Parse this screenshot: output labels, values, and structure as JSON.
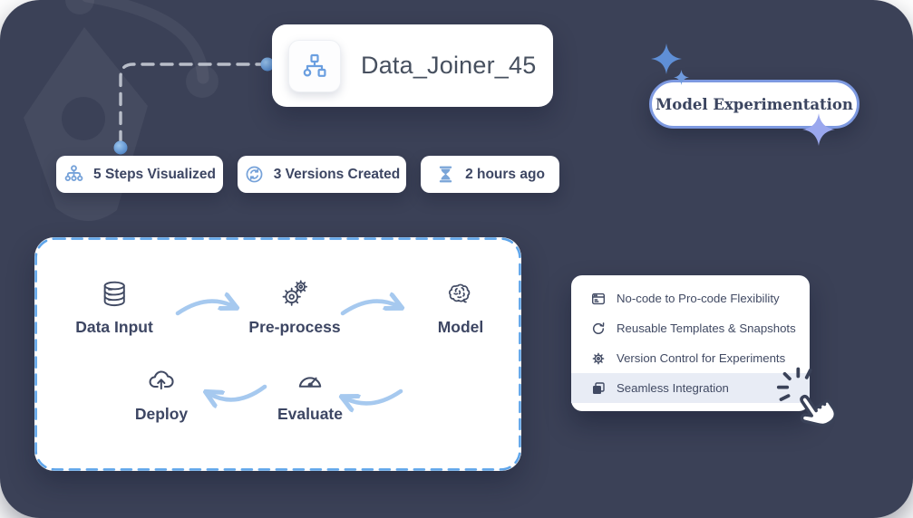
{
  "node_card": {
    "title": "Data_Joiner_45",
    "icon": "flowchart-icon"
  },
  "stats": {
    "items": [
      {
        "icon": "steps-tree-icon",
        "label": "5 Steps Visualized"
      },
      {
        "icon": "versions-seal-icon",
        "label": "3 Versions Created"
      },
      {
        "icon": "hourglass-icon",
        "label": "2 hours ago"
      }
    ]
  },
  "tag": {
    "label": "Model Experimentation"
  },
  "workflow": {
    "steps": [
      {
        "icon": "database-icon",
        "name": "Data Input"
      },
      {
        "icon": "gears-icon",
        "name": "Pre-process"
      },
      {
        "icon": "brain-icon",
        "name": "Model"
      },
      {
        "icon": "gauge-icon",
        "name": "Evaluate"
      },
      {
        "icon": "cloud-upload-icon",
        "name": "Deploy"
      }
    ]
  },
  "features": {
    "items": [
      {
        "icon": "code-window-icon",
        "label": "No-code to Pro-code Flexibility",
        "highlighted": false
      },
      {
        "icon": "refresh-icon",
        "label": "Reusable Templates & Snapshots",
        "highlighted": false
      },
      {
        "icon": "gear-icon",
        "label": "Version Control for Experiments",
        "highlighted": false
      },
      {
        "icon": "copy-icon",
        "label": "Seamless Integration",
        "highlighted": true
      }
    ]
  },
  "colors": {
    "canvas_bg": "#3b4157",
    "accent_blue": "#6b9fe0",
    "badge_icon_blue": "#7aa5d8",
    "arrow_blue": "#a6c9ef",
    "dark_navy": "#3d4663",
    "dashed_border": "#5fa5ea",
    "connector_gray": "#b9bec9",
    "highlight_row": "#e8ecf5",
    "sparkle_blue": "#5f8fd6",
    "sparkle_lavender": "#9aa7ee",
    "pill_border": "#7d99e0"
  }
}
